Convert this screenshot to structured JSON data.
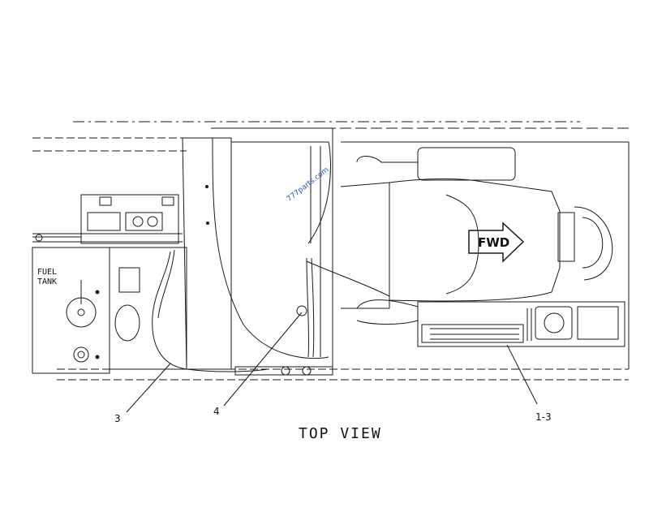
{
  "drawing": {
    "view_title": "TOP VIEW",
    "fuel_tank_label": [
      "FUEL",
      "TANK"
    ],
    "direction_label": "FWD",
    "watermark": "777parts.com",
    "callouts": [
      {
        "id": "callout-3",
        "text": "3"
      },
      {
        "id": "callout-4",
        "text": "4"
      },
      {
        "id": "callout-1-3",
        "text": "1-3"
      }
    ]
  }
}
